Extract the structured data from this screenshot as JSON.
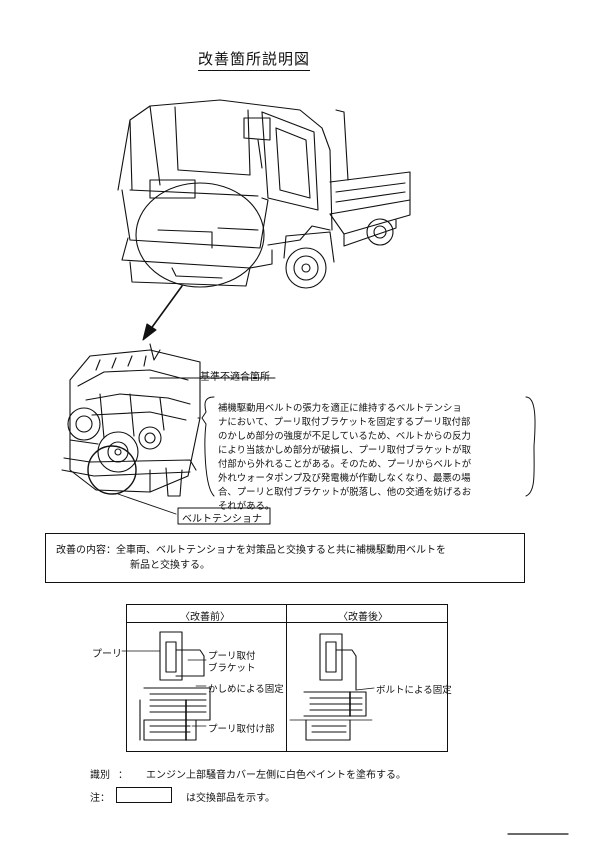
{
  "document": {
    "title": "改善箇所説明図",
    "labels": {
      "nonconforming": "基準不適合箇所",
      "belt_tensioner": "ベルトテンショナ"
    },
    "description_lines": [
      "補機駆動用ベルトの張力を適正に維持するベルトテンショ",
      "ナにおいて、プーリ取付ブラケットを固定するプーリ取付部",
      "のかしめ部分の強度が不足しているため、ベルトからの反力",
      "により当該かしめ部分が破損し、プーリ取付ブラケットが取",
      "付部から外れることがある。そのため、プーリからベルトが",
      "外れウォータポンプ及び発電機が作動しなくなり、最悪の場",
      "合、プーリと取付ブラケットが脱落し、他の交通を妨げるお",
      "それがある。"
    ],
    "improvement": {
      "line1": "改善の内容：全車両、ベルトテンショナを対策品と交換すると共に補機駆動用ベルトを",
      "line2": "新品と交換する。"
    },
    "comparison": {
      "before_header": "〈改善前〉",
      "after_header": "〈改善後〉",
      "pulley": "プーリ",
      "bracket_line1": "プーリ取付",
      "bracket_line2": "ブラケット",
      "caulking": "かしめによる固定",
      "mount": "プーリ取付け部",
      "bolt": "ボルトによる固定"
    },
    "identification": {
      "label": "識別",
      "separator": "：",
      "text": "エンジン上部騒音カバー左側に白色ペイントを塗布する。"
    },
    "note": {
      "label": "注：",
      "text": "は交換部品を示す。"
    }
  }
}
